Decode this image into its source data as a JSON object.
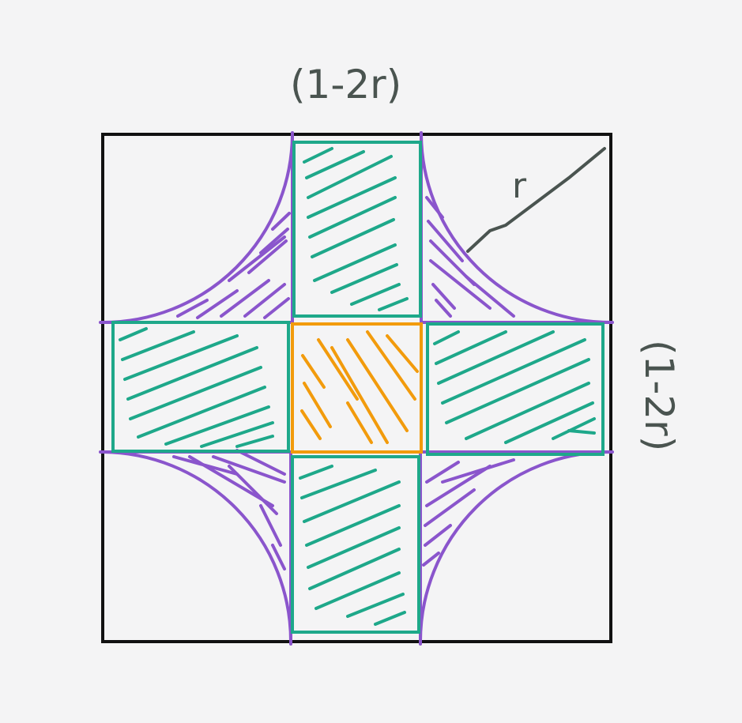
{
  "labels": {
    "top_dimension": "(1-2r)",
    "right_dimension": "(1-2r)",
    "radius": "r"
  },
  "colors": {
    "background": "#f4f4f5",
    "square_outline": "#111111",
    "arc_purple": "#8a55cc",
    "rect_teal": "#1ea88a",
    "center_orange": "#f29b0c",
    "radius_line": "#4a5450"
  }
}
